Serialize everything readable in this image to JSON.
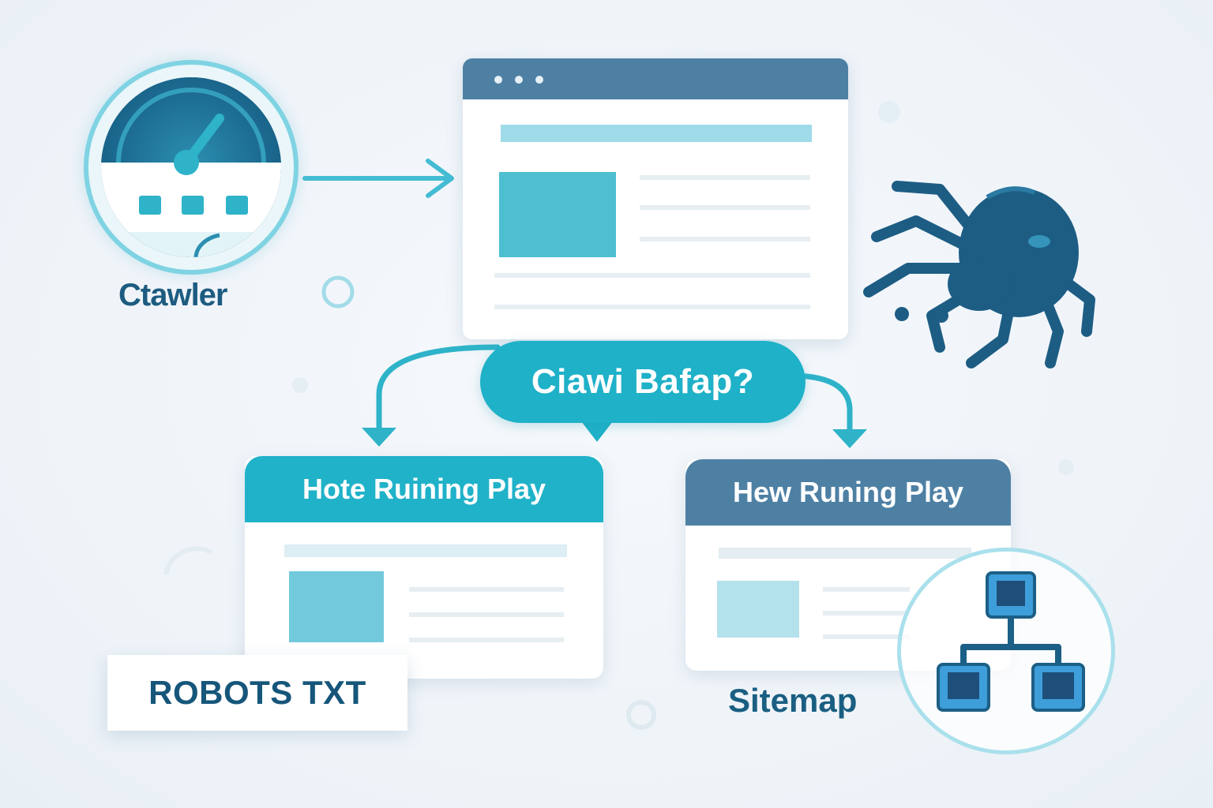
{
  "crawler": {
    "label": "Ctawler"
  },
  "question": {
    "text": "Ciawi Bafap?"
  },
  "left_card": {
    "title": "Hote Ruining Play"
  },
  "right_card": {
    "title": "Hew Runing Play"
  },
  "robots": {
    "label": "ROBOTS TXT"
  },
  "sitemap": {
    "label": "Sitemap"
  },
  "colors": {
    "teal": "#1fb1c8",
    "slate_blue": "#4e80a4",
    "navy": "#1d5c80",
    "spider": "#1d5d84",
    "light_cyan": "#7fd3e3"
  }
}
